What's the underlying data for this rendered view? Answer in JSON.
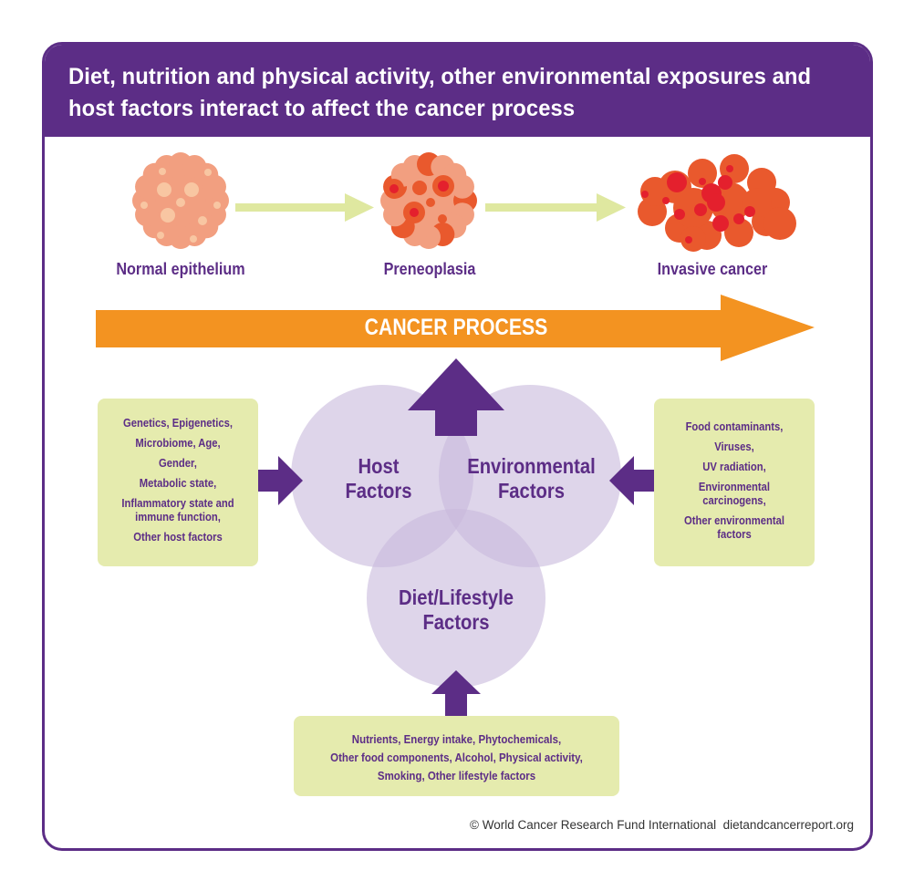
{
  "title": "Diet, nutrition and physical activity, other environmental exposures and host factors interact to affect the cancer process",
  "stages": [
    {
      "id": "normal",
      "label": "Normal epithelium"
    },
    {
      "id": "preneoplasia",
      "label": "Preneoplasia"
    },
    {
      "id": "invasive",
      "label": "Invasive cancer"
    }
  ],
  "process_arrow": {
    "label": "CANCER PROCESS"
  },
  "circles": {
    "host": {
      "line1": "Host",
      "line2": "Factors"
    },
    "environmental": {
      "line1": "Environmental",
      "line2": "Factors"
    },
    "diet": {
      "line1": "Diet/Lifestyle",
      "line2": "Factors"
    }
  },
  "host_box": {
    "items": [
      "Genetics, Epigenetics,",
      "Microbiome, Age,",
      "Gender,",
      "Metabolic state,",
      "Inflammatory state and immune function,",
      "Other host factors"
    ]
  },
  "environment_box": {
    "items": [
      "Food contaminants,",
      "Viruses,",
      "UV radiation,",
      "Environmental carcinogens,",
      "Other environmental factors"
    ]
  },
  "diet_box": {
    "lines": [
      "Nutrients, Energy intake, Phytochemicals,",
      "Other food components, Alcohol, Physical activity,",
      "Smoking, Other lifestyle factors"
    ]
  },
  "footer": {
    "copyright": "© World Cancer Research Fund International",
    "url": "dietandcancerreport.org"
  },
  "colors": {
    "purple": "#5c2d86",
    "orange": "#f39321",
    "lime_box": "#e5ebae",
    "lime_arrow": "#dfe8a0",
    "circle_fill": "#c8b9dc",
    "cell_light": "#f29f80",
    "cell_dark": "#e9592d",
    "cell_red": "#e4202d",
    "cell_pale": "#f8c6a2"
  }
}
